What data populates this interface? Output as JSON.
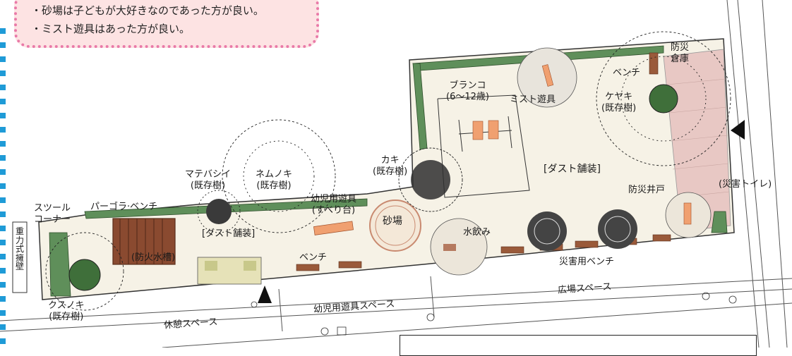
{
  "bubble": {
    "lines": [
      "・砂場は子どもが大好きなのであった方が良い。",
      "・ミスト遊具はあった方が良い。"
    ]
  },
  "labels": {
    "bousai_kura": "防災\n倉庫",
    "bench_top": "ベンチ",
    "buranko": "ブランコ\n(6～12歳)",
    "mist": "ミスト遊具",
    "keyaki": "ケヤキ\n(既存樹)",
    "kaki": "カキ\n(既存樹)",
    "dust_right": "[ダスト舗装]",
    "bousai_ido": "防災井戸",
    "saigai_toilet": "(災害トイレ)",
    "matebashii": "マテバシイ\n(既存樹)",
    "nemunoki": "ネムノキ\n(既存樹)",
    "youji_yuugu": "幼児用遊具\n(すべり台)",
    "sunaba": "砂場",
    "stool": "スツール\nコーナー",
    "pergola": "パーゴラ·ベンチ",
    "dust_left": "[ダスト舗装]",
    "boukasuisou": "(防火水槽)",
    "bench_mid": "ベンチ",
    "mizunomi": "水飲み",
    "saigai_bench": "災害用ベンチ",
    "jyuryoku": "重力式擁壁",
    "kusunoki": "クスノキ\n(既存樹)",
    "kyuukei": "休憩スペース",
    "youji_space": "幼児用遊具スペース",
    "hiroba": "広場スペース"
  },
  "colors": {
    "hedge": "#5f8f5a",
    "ground": "#f6f2e6",
    "paving": "#e8c8c4",
    "play_orange": "#f0a070",
    "pergola": "#8a4a30",
    "bubble_fill": "#fde3e3",
    "bubble_border": "#e97aa8",
    "edge_blue": "#1f9bd7"
  }
}
